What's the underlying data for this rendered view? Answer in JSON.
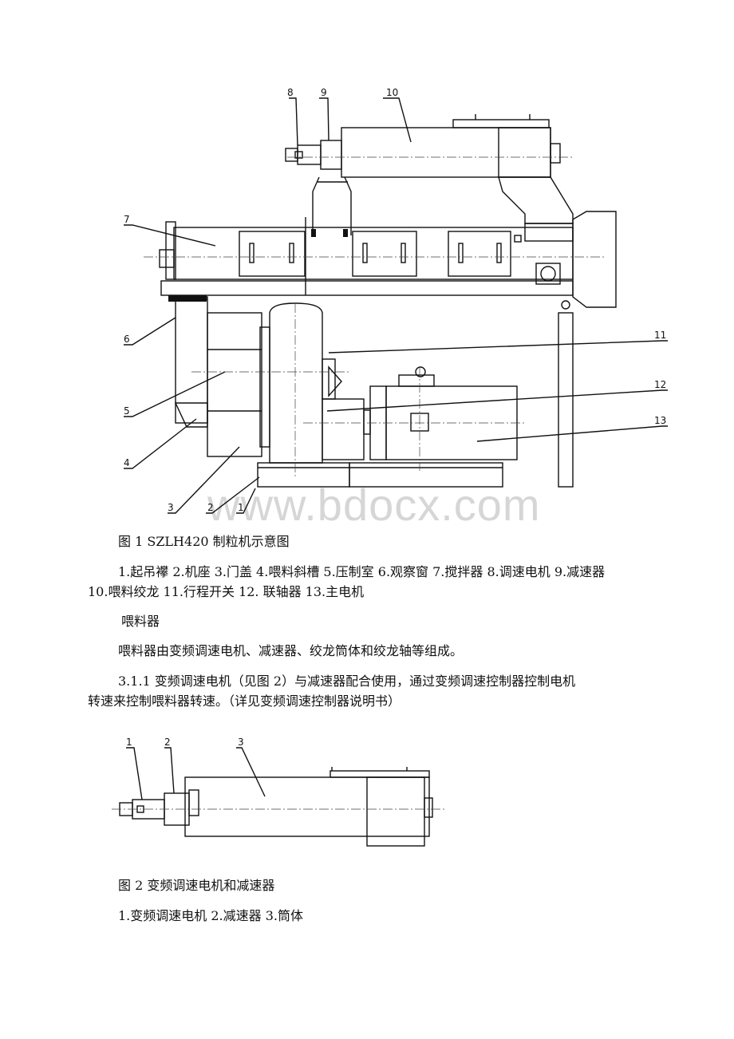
{
  "figure1": {
    "callouts": [
      "1",
      "2",
      "3",
      "4",
      "5",
      "6",
      "7",
      "8",
      "9",
      "10",
      "11",
      "12",
      "13"
    ],
    "caption": "图 1 SZLH420 制粒机示意图",
    "legend_line1": "1.起吊襻 2.机座 3.门盖 4.喂料斜槽 5.压制室 6.观察窗 7.搅拌器 8.调速电机 9.减速器",
    "legend_line2": "10.喂料绞龙 11.行程开关 12. 联轴器 13.主电机"
  },
  "section": {
    "heading": "喂料器",
    "intro": "喂料器由变频调速电机、减速器、绞龙筒体和绞龙轴等组成。",
    "para_line1": "3.1.1 变频调速电机（见图 2）与减速器配合使用，通过变频调速控制器控制电机",
    "para_line2": "转速来控制喂料器转速。（详见变频调速控制器说明书）"
  },
  "figure2": {
    "callouts": [
      "1",
      "2",
      "3"
    ],
    "caption": "图 2 变频调速电机和减速器",
    "legend": "1.变频调速电机 2.减速器 3.筒体"
  },
  "watermark": "www.bdocx.com"
}
